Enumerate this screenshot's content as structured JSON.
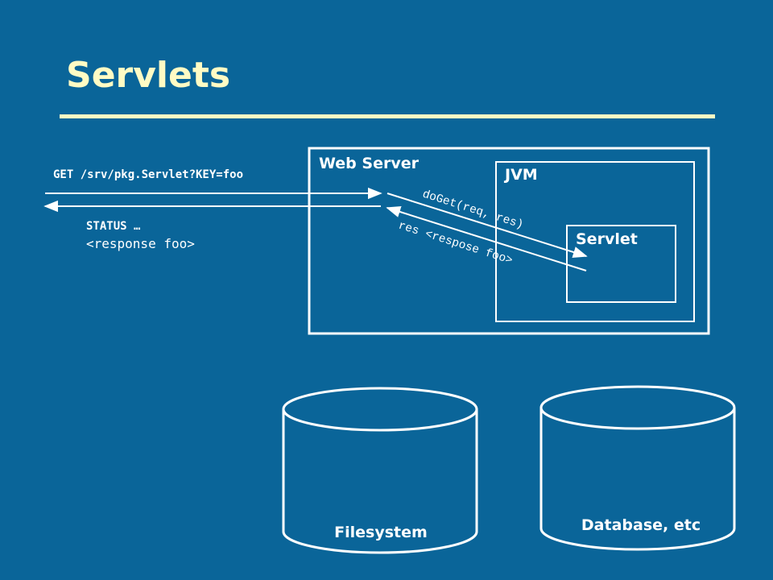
{
  "title": "Servlets",
  "request": {
    "line": "GET /srv/pkg.Servlet?KEY=foo"
  },
  "response": {
    "status": "STATUS …",
    "body": "<response foo>"
  },
  "boxes": {
    "web_server": "Web Server",
    "jvm": "JVM",
    "servlet": "Servlet"
  },
  "calls": {
    "do_get": "doGet(req, res)",
    "res": "res <respose foo>"
  },
  "storage": {
    "filesystem": "Filesystem",
    "database": "Database, etc"
  },
  "colors": {
    "background": "#0a6599",
    "title": "#fffbc4",
    "lines": "#ffffff"
  }
}
